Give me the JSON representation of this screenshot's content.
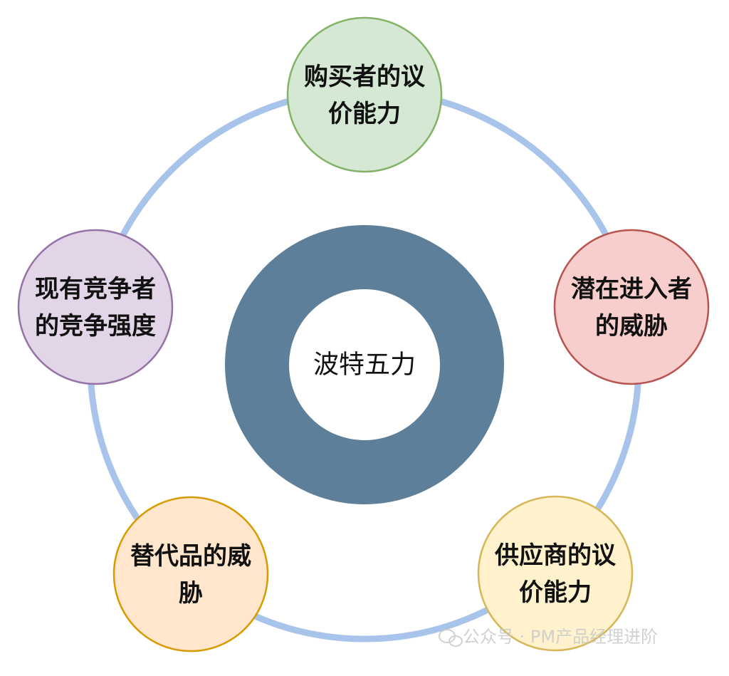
{
  "diagram": {
    "center_label": "波特五力",
    "forces": [
      {
        "id": "buyers",
        "lines": [
          "购买者的议",
          "价能力"
        ],
        "fill": "#d5e8d4",
        "stroke": "#82b366"
      },
      {
        "id": "new-entrants",
        "lines": [
          "潜在进入者",
          "的威胁"
        ],
        "fill": "#f8cecc",
        "stroke": "#b85450"
      },
      {
        "id": "suppliers",
        "lines": [
          "供应商的议",
          "价能力"
        ],
        "fill": "#fff2cc",
        "stroke": "#d6b656"
      },
      {
        "id": "substitutes",
        "lines": [
          "替代品的威",
          "胁"
        ],
        "fill": "#ffe6cc",
        "stroke": "#d79b00"
      },
      {
        "id": "rivalry",
        "lines": [
          "现有竞争者",
          "的竞争强度"
        ],
        "fill": "#e1d5e7",
        "stroke": "#9673a6"
      }
    ],
    "colors": {
      "ring": "#5d7f99",
      "orbit": "#a9c4eb",
      "background": "#ffffff"
    }
  },
  "watermark": {
    "text": "公众号 · PM产品经理进阶"
  }
}
